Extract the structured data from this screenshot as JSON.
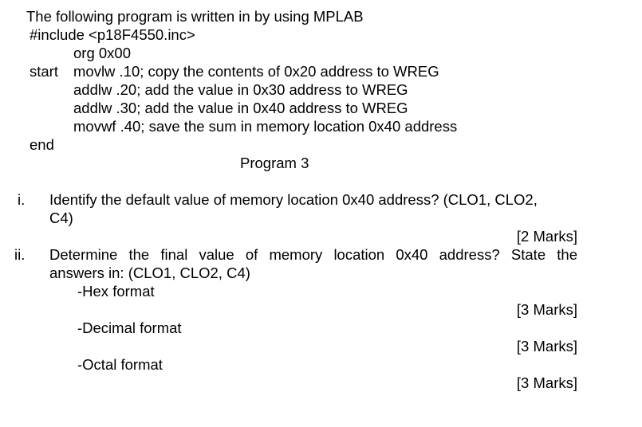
{
  "intro": "The following program is written in by using MPLAB",
  "program": {
    "include_line": "#include <p18F4550.inc>",
    "lines": [
      {
        "label": "",
        "code": "org 0x00"
      },
      {
        "label": "start",
        "code": "movlw .10; copy the contents of 0x20 address to WREG"
      },
      {
        "label": "",
        "code": "addlw .20; add the value in 0x30 address to WREG"
      },
      {
        "label": "",
        "code": "addlw .30; add the value in 0x40 address to WREG"
      },
      {
        "label": "",
        "code": "movwf .40; save the sum in memory location 0x40 address"
      }
    ],
    "end_line": "end",
    "caption": "Program 3"
  },
  "questions": [
    {
      "numeral": "i.",
      "text_line1": "Identify the default value of memory location 0x40 address? (CLO1, CLO2,",
      "text_line2": "C4)",
      "marks": "[2 Marks]"
    },
    {
      "numeral": "ii.",
      "text_line1_words": [
        "Determine",
        "the",
        "final",
        "value",
        "of",
        "memory",
        "location",
        "0x40",
        "address?",
        "State",
        "the"
      ],
      "text_line2": "answers in:  (CLO1, CLO2, C4)",
      "parts": [
        {
          "label": "-Hex format",
          "marks": "[3 Marks]"
        },
        {
          "label": "-Decimal format",
          "marks": "[3 Marks]"
        },
        {
          "label": "-Octal format",
          "marks": "[3 Marks]"
        }
      ]
    }
  ]
}
